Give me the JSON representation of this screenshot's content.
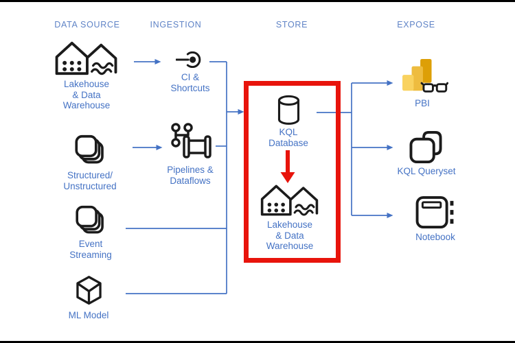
{
  "diagram": {
    "headers": [
      {
        "id": "data-source",
        "label": "DATA SOURCE"
      },
      {
        "id": "ingestion",
        "label": "INGESTION"
      },
      {
        "id": "store",
        "label": "STORE"
      },
      {
        "id": "expose",
        "label": "EXPOSE"
      }
    ],
    "nodes": {
      "source_lakehouse": {
        "icon": "lakehouse-icon",
        "lines": [
          "Lakehouse",
          "& Data",
          "Warehouse"
        ]
      },
      "ci_shortcuts": {
        "icon": "shortcut-icon",
        "lines": [
          "CI &",
          "Shortcuts"
        ]
      },
      "structured": {
        "icon": "stacked-files-icon",
        "lines": [
          "Structured/",
          "Unstructured"
        ]
      },
      "pipelines": {
        "icon": "pipeline-icon",
        "lines": [
          "Pipelines &",
          "Dataflows"
        ]
      },
      "event_streaming": {
        "icon": "stacked-files-icon",
        "lines": [
          "Event",
          "Streaming"
        ]
      },
      "ml_model": {
        "icon": "cube-icon",
        "lines": [
          "ML Model"
        ]
      },
      "kql_database": {
        "icon": "database-icon",
        "lines": [
          "KQL",
          "Database"
        ]
      },
      "store_lakehouse": {
        "icon": "lakehouse-icon",
        "lines": [
          "Lakehouse",
          "& Data",
          "Warehouse"
        ]
      },
      "pbi": {
        "icon": "powerbi-icon",
        "lines": [
          "PBI"
        ]
      },
      "kql_queryset": {
        "icon": "queryset-icon",
        "lines": [
          "KQL Queryset"
        ]
      },
      "notebook": {
        "icon": "notebook-icon",
        "lines": [
          "Notebook"
        ]
      }
    },
    "highlight": {
      "shape": "rectangle-around-store-column",
      "arrow": "kql-database-to-lakehouse"
    },
    "colors": {
      "accent_blue": "#4472c4",
      "header_blue": "#5f83c6",
      "icon_black": "#1b1b1b",
      "highlight_red": "#e8140c",
      "pbi_light": "#f9d25f",
      "pbi_mid": "#eebc3f",
      "pbi_dark": "#dd9f07"
    }
  }
}
